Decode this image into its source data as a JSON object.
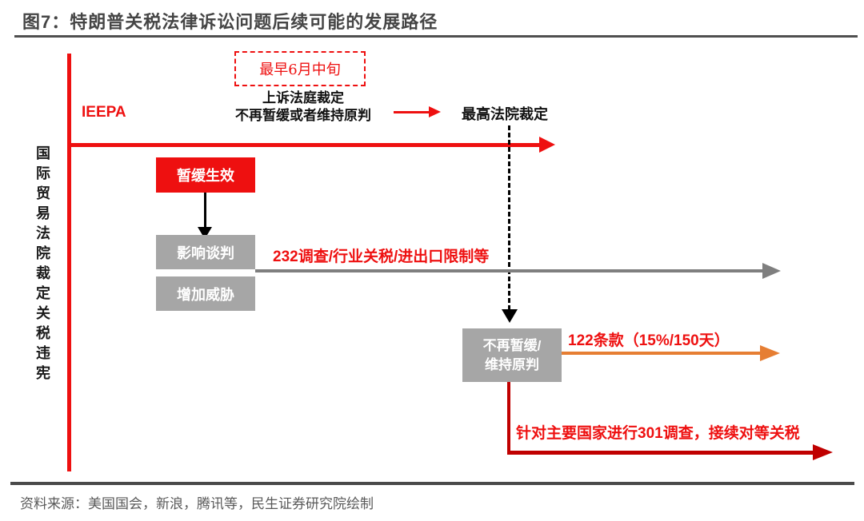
{
  "page": {
    "title": "图7：特朗普关税法律诉讼问题后续可能的发展路径",
    "source": "资料来源：美国国会，新浪，腾讯等，民生证券研究院绘制"
  },
  "colors": {
    "red": "#EE1010",
    "dark_red": "#C00000",
    "orange": "#E67E33",
    "gray_box": "#A6A6A6",
    "gray_arrow": "#7F7F7F",
    "black": "#000000",
    "title_gray": "#454545",
    "footer_gray": "#595959"
  },
  "diagram": {
    "left_axis_label": "国际贸易法院裁定关税违宪",
    "ieepa_label": "IEEPA",
    "timing_badge": "最早6月中旬",
    "appeal_ruling_line1": "上诉法庭裁定",
    "appeal_ruling_line2": "不再暂缓或者维持原判",
    "supreme_court_label": "最高法院裁定",
    "suspend_box": "暂缓生效",
    "affect_box": "影响谈判",
    "threat_box": "增加威胁",
    "section232_label": "232调查/行业关税/进出口限制等",
    "no_suspend_box_line1": "不再暂缓/",
    "no_suspend_box_line2": "维持原判",
    "section122_label": "122条款（15%/150天）",
    "section301_label": "针对主要国家进行301调查，接续对等关税"
  }
}
